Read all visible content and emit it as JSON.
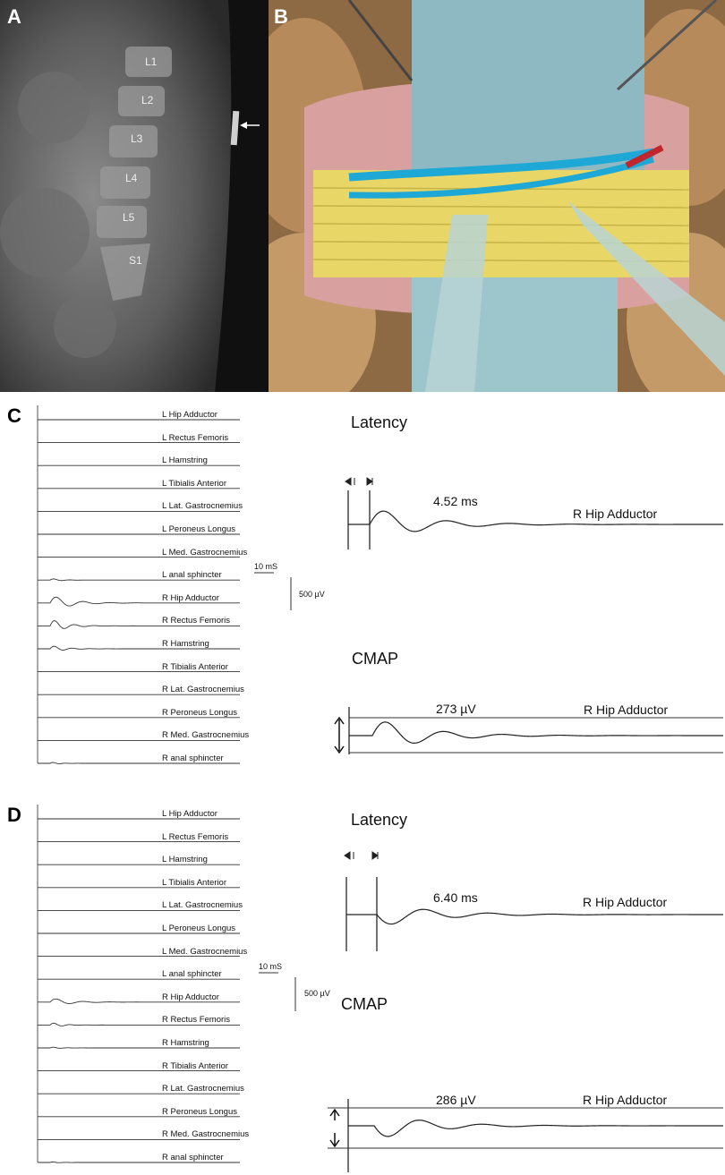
{
  "panel_a": {
    "letter": "A",
    "vertebrae": [
      "L1",
      "L2",
      "L3",
      "L4",
      "L5",
      "S1"
    ]
  },
  "panel_b": {
    "letter": "B"
  },
  "panel_c": {
    "letter": "C",
    "muscles": [
      "L Hip Adductor",
      "L Rectus Femoris",
      "L Hamstring",
      "L Tibialis Anterior",
      "L Lat. Gastrocnemius",
      "L Peroneus Longus",
      "L Med. Gastrocnemius",
      "L anal sphincter",
      "R Hip Adductor",
      "R Rectus Femoris",
      "R Hamstring",
      "R Tibialis Anterior",
      "R Lat. Gastrocnemius",
      "R Peroneus Longus",
      "R Med. Gastrocnemius",
      "R anal sphincter"
    ],
    "time_scale": "10 mS",
    "amp_scale": "500 µV",
    "latency_title": "Latency",
    "latency_value": "4.52 ms",
    "latency_muscle": "R Hip Adductor",
    "cmap_title": "CMAP",
    "cmap_value": "273 µV",
    "cmap_muscle": "R Hip Adductor"
  },
  "panel_d": {
    "letter": "D",
    "muscles": [
      "L Hip Adductor",
      "L Rectus Femoris",
      "L Hamstring",
      "L Tibialis Anterior",
      "L Lat. Gastrocnemius",
      "L Peroneus Longus",
      "L Med. Gastrocnemius",
      "L anal sphincter",
      "R Hip Adductor",
      "R Rectus Femoris",
      "R Hamstring",
      "R Tibialis Anterior",
      "R Lat. Gastrocnemius",
      "R Peroneus Longus",
      "R Med. Gastrocnemius",
      "R anal sphincter"
    ],
    "time_scale": "10 mS",
    "amp_scale": "500 µV",
    "latency_title": "Latency",
    "latency_value": "6.40 ms",
    "latency_muscle": "R Hip Adductor",
    "cmap_title": "CMAP",
    "cmap_value": "286 µV",
    "cmap_muscle": "R Hip Adductor"
  }
}
